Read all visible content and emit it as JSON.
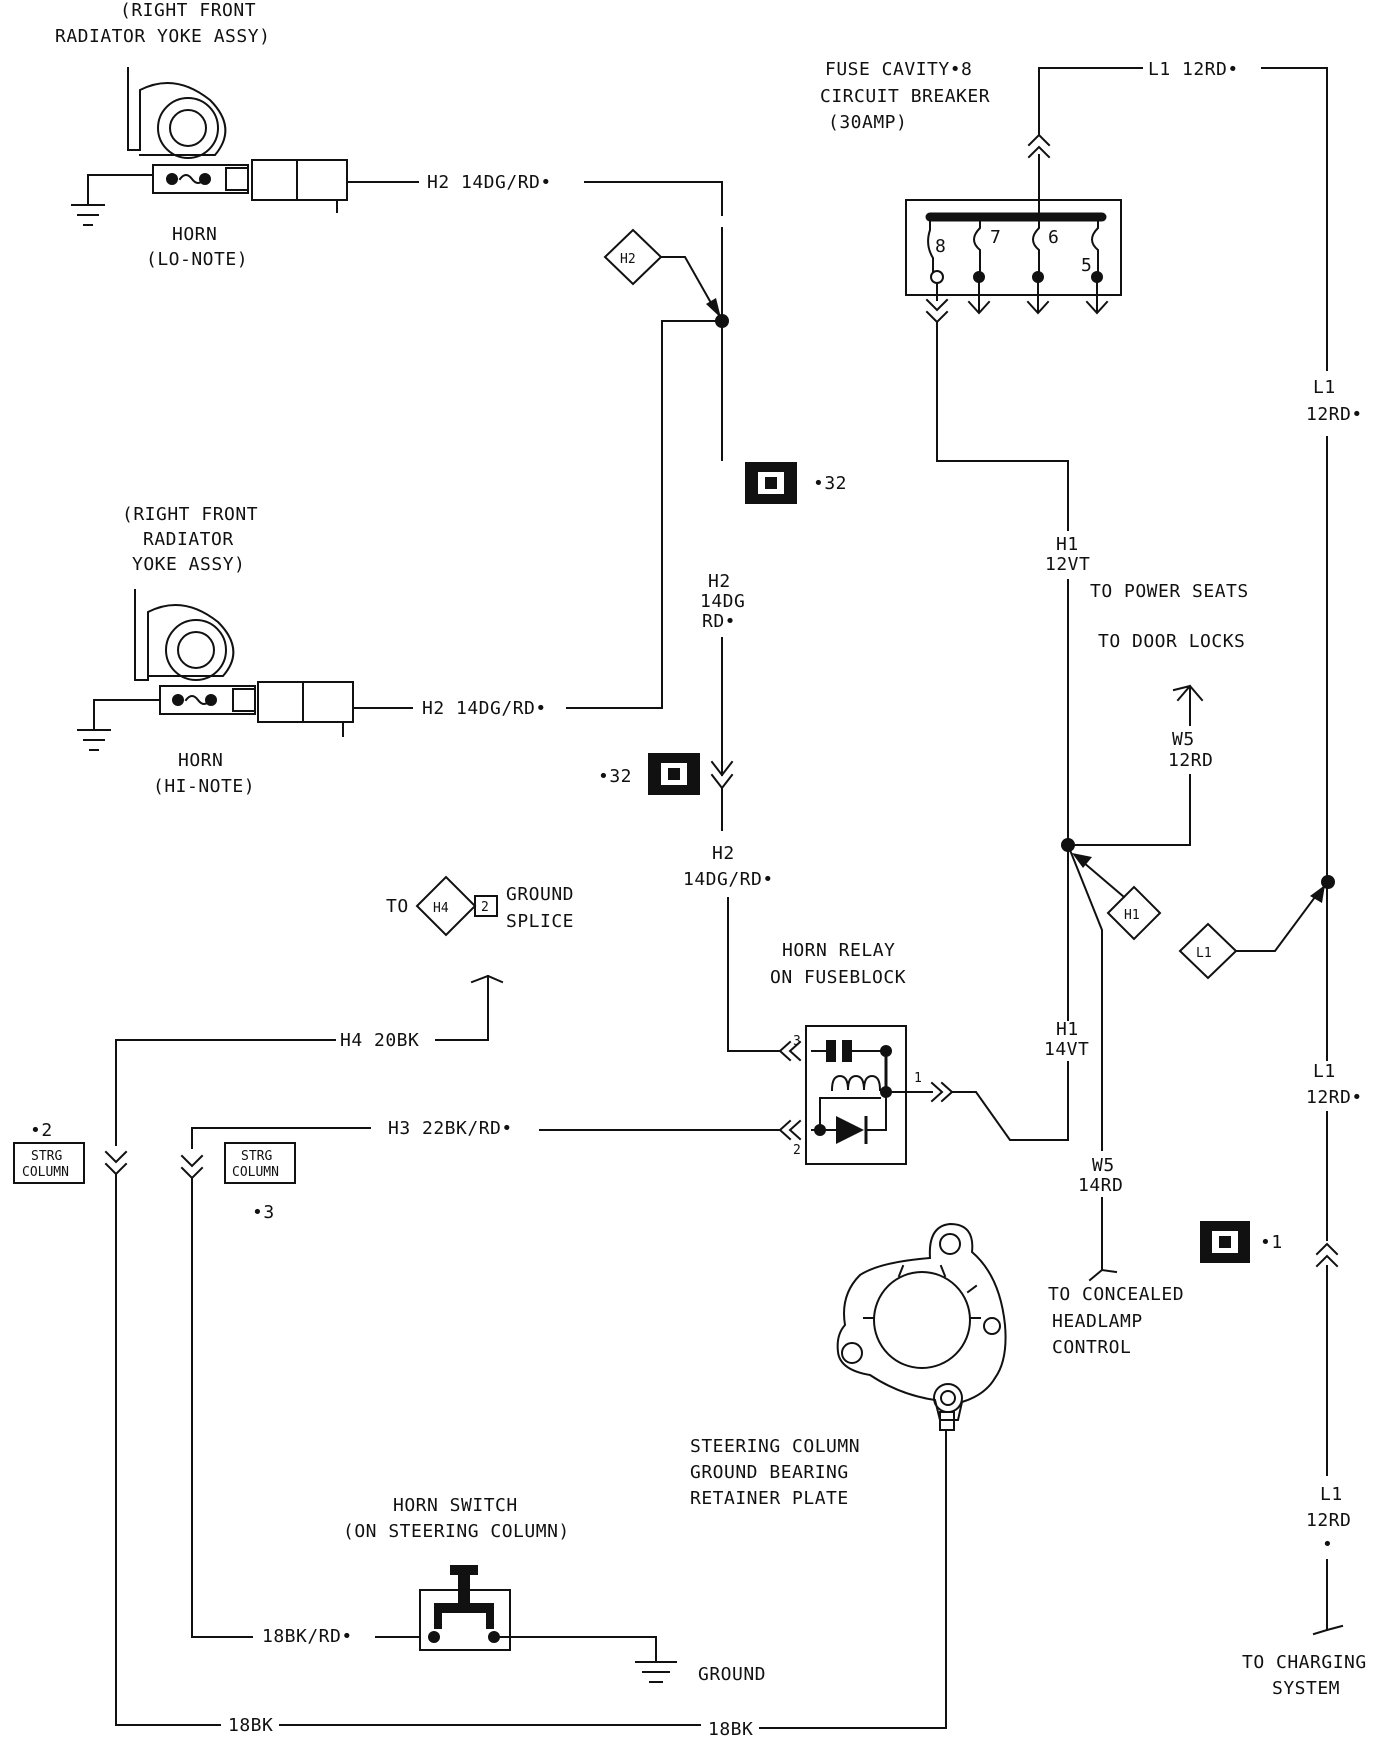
{
  "labels": {
    "lo_horn_loc_1": "(RIGHT FRONT",
    "lo_horn_loc_2": "RADIATOR YOKE ASSY)",
    "lo_horn_name": "HORN",
    "lo_horn_note": "(LO-NOTE)",
    "hi_horn_loc_1": "(RIGHT FRONT",
    "hi_horn_loc_2": "RADIATOR",
    "hi_horn_loc_3": "YOKE ASSY)",
    "hi_horn_name": "HORN",
    "hi_horn_note": "(HI-NOTE)",
    "fuse_1": "FUSE CAVITY•8",
    "fuse_2": "CIRCUIT BREAKER",
    "fuse_3": "(30AMP)",
    "fuse_t8": "8",
    "fuse_t7": "7",
    "fuse_t6": "6",
    "fuse_t5": "5",
    "h2_lo": "H2  14DG/RD•",
    "h2_hi": "H2  14DG/RD•",
    "h2_diamond": "H2",
    "conn32_upper": "•32",
    "conn32_lower": "•32",
    "h2_vert_1": "H2",
    "h2_vert_2": "14DG",
    "h2_vert_3": "RD•",
    "h2_lower_1": "H2",
    "h2_lower_2": "14DG/RD•",
    "l1_top": "L1  12RD•",
    "l1_right_1": "L1",
    "l1_right_2": "12RD•",
    "h1_upper_1": "H1",
    "h1_upper_2": "12VT",
    "to_power_seats": "TO POWER SEATS",
    "to_door_locks": "TO DOOR LOCKS",
    "w5_upper_1": "W5",
    "w5_upper_2": "12RD",
    "h1_diamond": "H1",
    "l1_diamond": "L1",
    "to_h4": "TO",
    "h4_diamond": "H4",
    "h4_pin": "2",
    "ground_splice_1": "GROUND",
    "ground_splice_2": "SPLICE",
    "relay_1": "HORN RELAY",
    "relay_2": "ON FUSEBLOCK",
    "relay_pin3": "3",
    "relay_pin1": "1",
    "relay_pin2": "2",
    "h4_wire": "H4  20BK",
    "h3_wire": "H3  22BK/RD•",
    "h1_lower_1": "H1",
    "h1_lower_2": "14VT",
    "l1_mid_1": "L1",
    "l1_mid_2": "12RD•",
    "w5_lower_1": "W5",
    "w5_lower_2": "14RD",
    "strg_col_2_num": "•2",
    "strg_col_2_a": "STRG",
    "strg_col_2_b": "COLUMN",
    "strg_col_3_num": "•3",
    "strg_col_3_a": "STRG",
    "strg_col_3_b": "COLUMN",
    "conn1": "•1",
    "concealed_1": "TO CONCEALED",
    "concealed_2": "HEADLAMP",
    "concealed_3": "CONTROL",
    "plate_1": "STEERING COLUMN",
    "plate_2": "GROUND BEARING",
    "plate_3": "RETAINER PLATE",
    "l1_low_1": "L1",
    "l1_low_2": "12RD",
    "l1_low_3": "•",
    "horn_switch_1": "HORN SWITCH",
    "horn_switch_2": "(ON STEERING COLUMN)",
    "wire_18bkrd": "18BK/RD•",
    "ground": "GROUND",
    "charging_1": "TO CHARGING",
    "charging_2": "SYSTEM",
    "wire_18bk_left": "18BK",
    "wire_18bk_right": "18BK"
  }
}
